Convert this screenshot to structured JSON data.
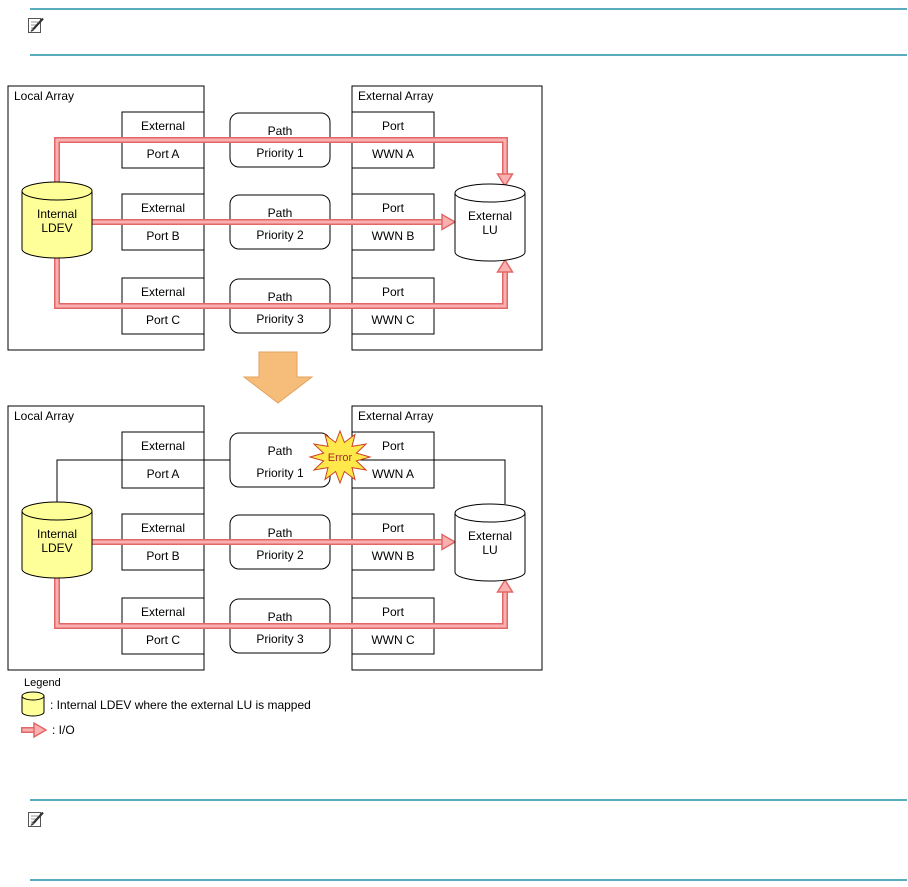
{
  "before": {
    "local_array_label": "Local Array",
    "external_array_label": "External Array",
    "internal_ldev": {
      "line1": "Internal",
      "line2": "LDEV"
    },
    "external_lu": {
      "line1": "External",
      "line2": "LU"
    },
    "ports": [
      {
        "line1": "External",
        "line2": "Port A"
      },
      {
        "line1": "External",
        "line2": "Port B"
      },
      {
        "line1": "External",
        "line2": "Port C"
      }
    ],
    "paths": [
      {
        "line1": "Path",
        "line2": "Priority 1"
      },
      {
        "line1": "Path",
        "line2": "Priority 2"
      },
      {
        "line1": "Path",
        "line2": "Priority 3"
      }
    ],
    "wwns": [
      {
        "line1": "Port",
        "line2": "WWN A"
      },
      {
        "line1": "Port",
        "line2": "WWN B"
      },
      {
        "line1": "Port",
        "line2": "WWN C"
      }
    ]
  },
  "after": {
    "local_array_label": "Local Array",
    "external_array_label": "External Array",
    "error_label": "Error",
    "internal_ldev": {
      "line1": "Internal",
      "line2": "LDEV"
    },
    "external_lu": {
      "line1": "External",
      "line2": "LU"
    },
    "ports": [
      {
        "line1": "External",
        "line2": "Port A"
      },
      {
        "line1": "External",
        "line2": "Port B"
      },
      {
        "line1": "External",
        "line2": "Port C"
      }
    ],
    "paths": [
      {
        "line1": "Path",
        "line2": "Priority 1"
      },
      {
        "line1": "Path",
        "line2": "Priority 2"
      },
      {
        "line1": "Path",
        "line2": "Priority 3"
      }
    ],
    "wwns": [
      {
        "line1": "Port",
        "line2": "WWN A"
      },
      {
        "line1": "Port",
        "line2": "WWN B"
      },
      {
        "line1": "Port",
        "line2": "WWN C"
      }
    ]
  },
  "legend": {
    "title": "Legend",
    "internal_ldev_item": ": Internal LDEV where the external LU is mapped",
    "io_item": ": I/O"
  },
  "icons": {
    "note_top": "note-icon",
    "note_bottom": "note-icon"
  },
  "colors": {
    "section_rule": "#58ACBE",
    "ldev_yellow": "#FFFF99",
    "io_outer": "#E26868",
    "io_inner": "#F9B0B0",
    "transition_arrow": "#F6BD7A",
    "error_burst": "#FFE94A"
  }
}
